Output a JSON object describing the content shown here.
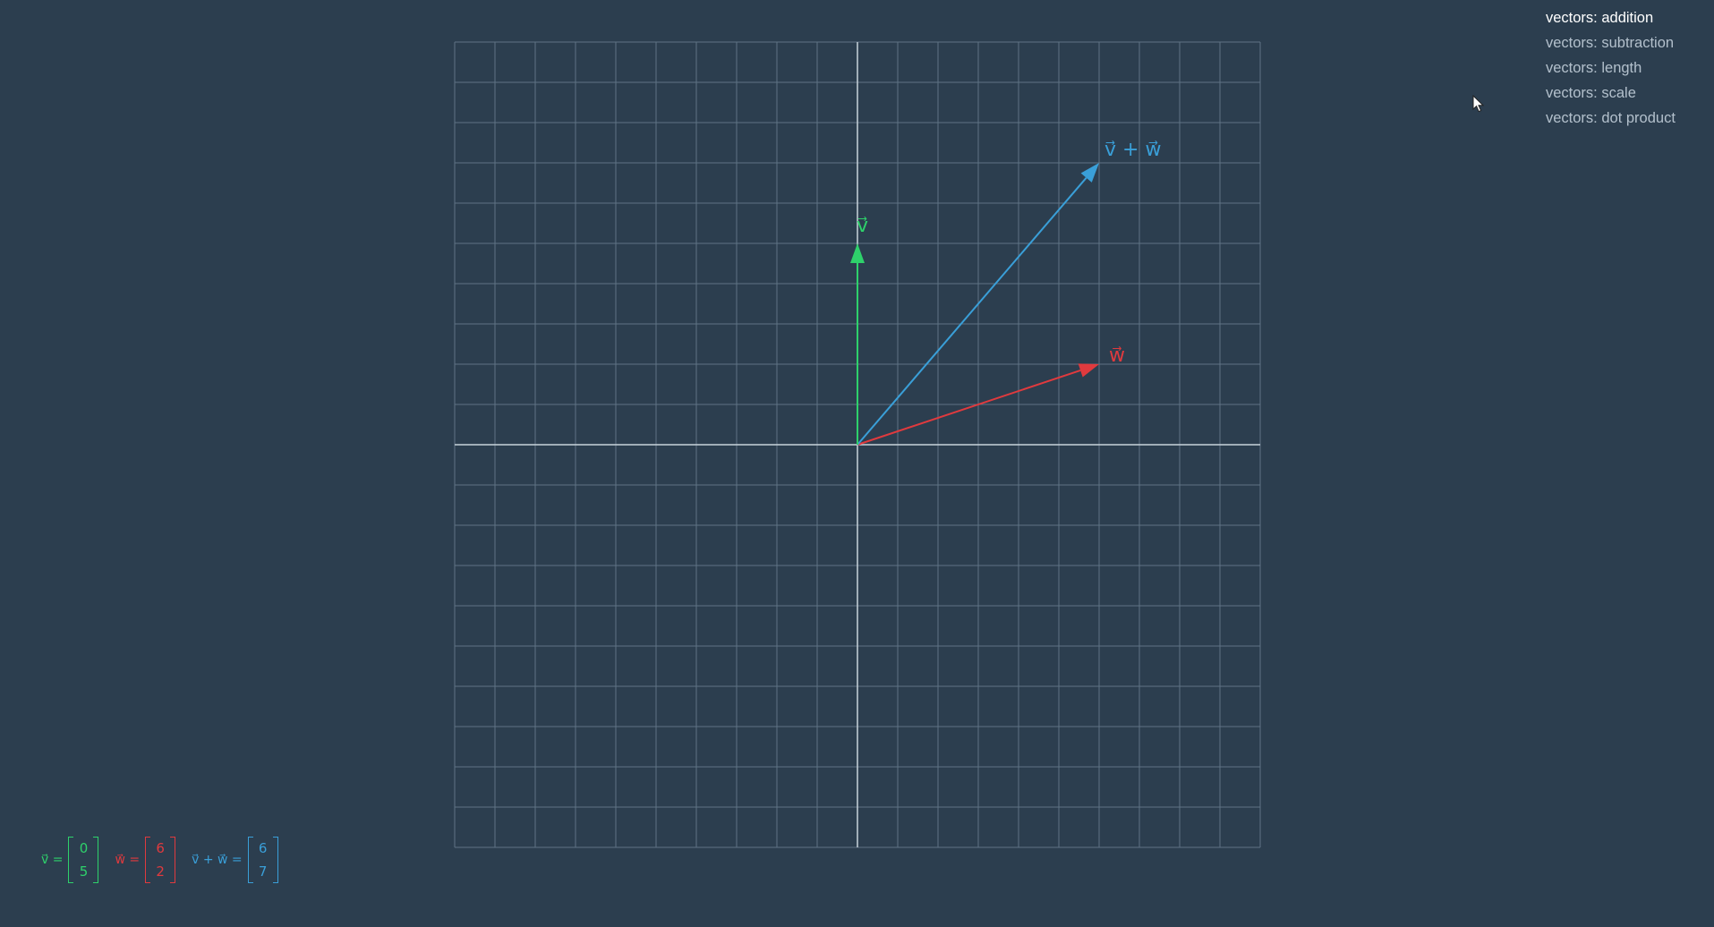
{
  "menu": {
    "items": [
      {
        "label": "vectors: addition",
        "active": true
      },
      {
        "label": "vectors: subtraction",
        "active": false
      },
      {
        "label": "vectors: length",
        "active": false
      },
      {
        "label": "vectors: scale",
        "active": false
      },
      {
        "label": "vectors: dot product",
        "active": false
      }
    ]
  },
  "colors": {
    "background": "#2c3e4f",
    "v": "#2ed16b",
    "w": "#e03a3e",
    "sum": "#3a9fd8"
  },
  "vectors": {
    "v": {
      "label": "v⃗",
      "x": 0,
      "y": 5
    },
    "w": {
      "label": "w⃗",
      "x": 6,
      "y": 2
    },
    "sum": {
      "label": "v⃗ + w⃗",
      "x": 6,
      "y": 7
    }
  },
  "grid": {
    "x_range": [
      -10,
      10
    ],
    "y_range": [
      -10,
      10
    ],
    "step": 1
  },
  "equations": {
    "v": {
      "lhs": "v⃗ =",
      "top": "0",
      "bottom": "5"
    },
    "w": {
      "lhs": "w⃗ =",
      "top": "6",
      "bottom": "2"
    },
    "sum": {
      "lhs": "v⃗ + w⃗ =",
      "top": "6",
      "bottom": "7"
    }
  },
  "icons": {
    "cursor": "mouse-pointer-icon"
  }
}
